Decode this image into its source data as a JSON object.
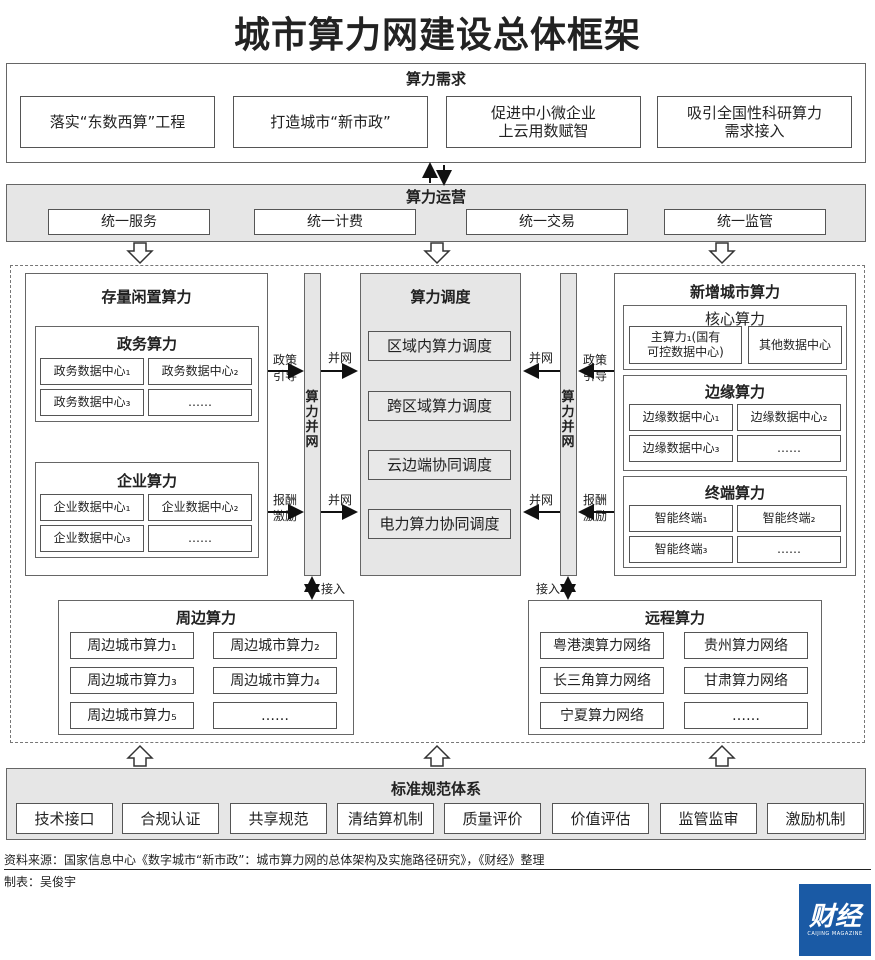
{
  "title": "城市算力网建设总体框架",
  "demand": {
    "header": "算力需求",
    "items": [
      "落实“东数西算”工程",
      "打造城市“新市政”",
      "促进中小微企业\n上云用数赋智",
      "吸引全国性科研算力\n需求接入"
    ]
  },
  "ops": {
    "header": "算力运营",
    "items": [
      "统一服务",
      "统一计费",
      "统一交易",
      "统一监管"
    ]
  },
  "stock": {
    "header": "存量闲置算力",
    "gov": {
      "header": "政务算力",
      "items": [
        "政务数据中心₁",
        "政务数据中心₂",
        "政务数据中心₃",
        "……"
      ]
    },
    "ent": {
      "header": "企业算力",
      "items": [
        "企业数据中心₁",
        "企业数据中心₂",
        "企业数据中心₃",
        "……"
      ]
    }
  },
  "policy_guide": "政策\n引导",
  "reward": "报酬\n激励",
  "merge": "并网",
  "merge_bar": "算\n力\n并\n网",
  "access": "接入",
  "dispatch": {
    "header": "算力调度",
    "items": [
      "区域内算力调度",
      "跨区域算力调度",
      "云边端协同调度",
      "电力算力协同调度"
    ]
  },
  "new": {
    "header": "新增城市算力",
    "core": {
      "header": "核心算力",
      "items": [
        "主算力₁(国有\n可控数据中心)",
        "其他数据中心"
      ]
    },
    "edge": {
      "header": "边缘算力",
      "items": [
        "边缘数据中心₁",
        "边缘数据中心₂",
        "边缘数据中心₃",
        "……"
      ]
    },
    "term": {
      "header": "终端算力",
      "items": [
        "智能终端₁",
        "智能终端₂",
        "智能终端₃",
        "……"
      ]
    }
  },
  "nearby": {
    "header": "周边算力",
    "items": [
      "周边城市算力₁",
      "周边城市算力₂",
      "周边城市算力₃",
      "周边城市算力₄",
      "周边城市算力₅",
      "……"
    ]
  },
  "remote": {
    "header": "远程算力",
    "items": [
      "粤港澳算力网络",
      "贵州算力网络",
      "长三角算力网络",
      "甘肃算力网络",
      "宁夏算力网络",
      "……"
    ]
  },
  "standards": {
    "header": "标准规范体系",
    "items": [
      "技术接口",
      "合规认证",
      "共享规范",
      "清结算机制",
      "质量评价",
      "价值评估",
      "监管监审",
      "激励机制"
    ]
  },
  "source": "资料来源：国家信息中心《数字城市“新市政”：城市算力网的总体架构及实施路径研究》，《财经》整理",
  "author": "制表：吴俊宇",
  "logo": "财经",
  "logo_sub": "CAIJING MAGAZINE"
}
